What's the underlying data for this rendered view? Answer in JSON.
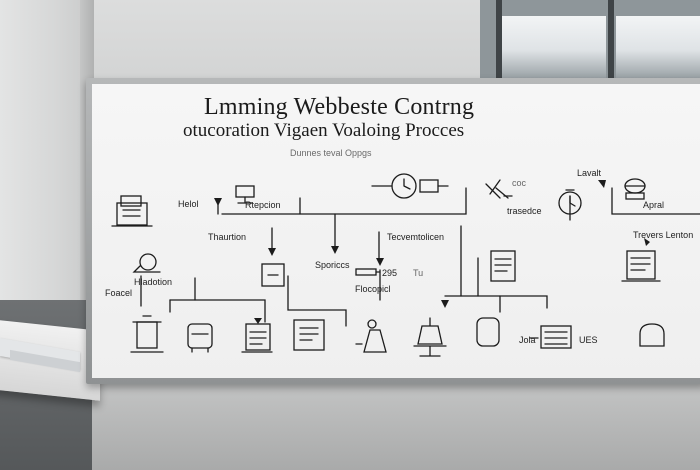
{
  "board": {
    "title_line1": "Lmming Webbeste Contrng",
    "title_line2": "otucoration Vigaen Voaloing Procces",
    "caption": "Dunnes teval Oppgs"
  },
  "labels": {
    "heloi": "Helol",
    "rtepcion": "Rtepcion",
    "lavalt": "Lavalt",
    "coc": "coc",
    "trasedce": "trasedce",
    "apral": "Apral",
    "thaurtion": "Thaurtion",
    "tecvemtolicen": "Tecvemtolicen",
    "trevers_lenton": "Trevers Lenton",
    "hladotion": "Hladotion",
    "foacel": "Foacel",
    "sporiccs": "Sporiccs",
    "r295": "295",
    "tu": "Tu",
    "flocopicl": "Flocopicl",
    "jola": "Jola",
    "ues": "UES"
  }
}
